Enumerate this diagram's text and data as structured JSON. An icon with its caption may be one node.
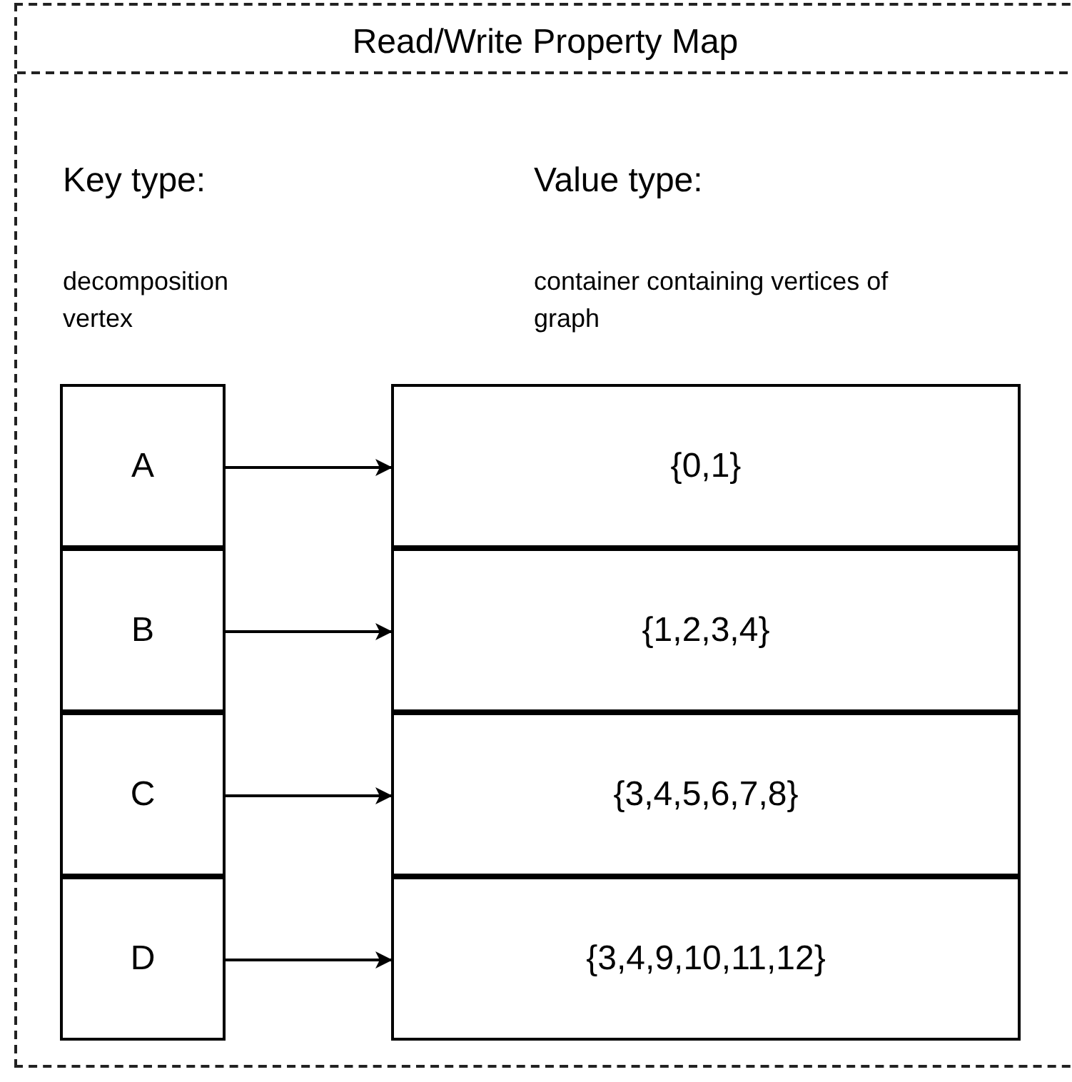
{
  "diagram": {
    "nodes": [
      {
        "text": [
          "Read/Write Property Map"
        ]
      },
      {
        "text": [
          "A"
        ],
        "in": 0
      },
      {
        "text": [
          "B"
        ],
        "in": 0
      },
      {
        "text": [
          "C"
        ],
        "in": 0
      },
      {
        "text": [
          "D"
        ],
        "in": 0
      },
      {
        "text": [
          "{0,1}"
        ],
        "in": 0
      },
      {
        "text": [
          "{1,2,3,4}"
        ],
        "in": 0
      },
      {
        "text": [
          "{3,4,5,6,7,8}"
        ],
        "in": 0
      },
      {
        "text": [
          "{3,4,9,10,11,12}"
        ],
        "in": 0
      }
    ],
    "edges": [
      {
        "from": 1,
        "to": 5,
        "arrow": "to"
      },
      {
        "from": 2,
        "to": 6,
        "arrow": "to"
      },
      {
        "from": 3,
        "to": 7,
        "arrow": "to"
      },
      {
        "from": 4,
        "to": 8,
        "arrow": "to"
      }
    ],
    "labels": [
      "Key type:",
      "Value type:",
      "decomposition vertex",
      "container containing vertices of graph"
    ]
  }
}
